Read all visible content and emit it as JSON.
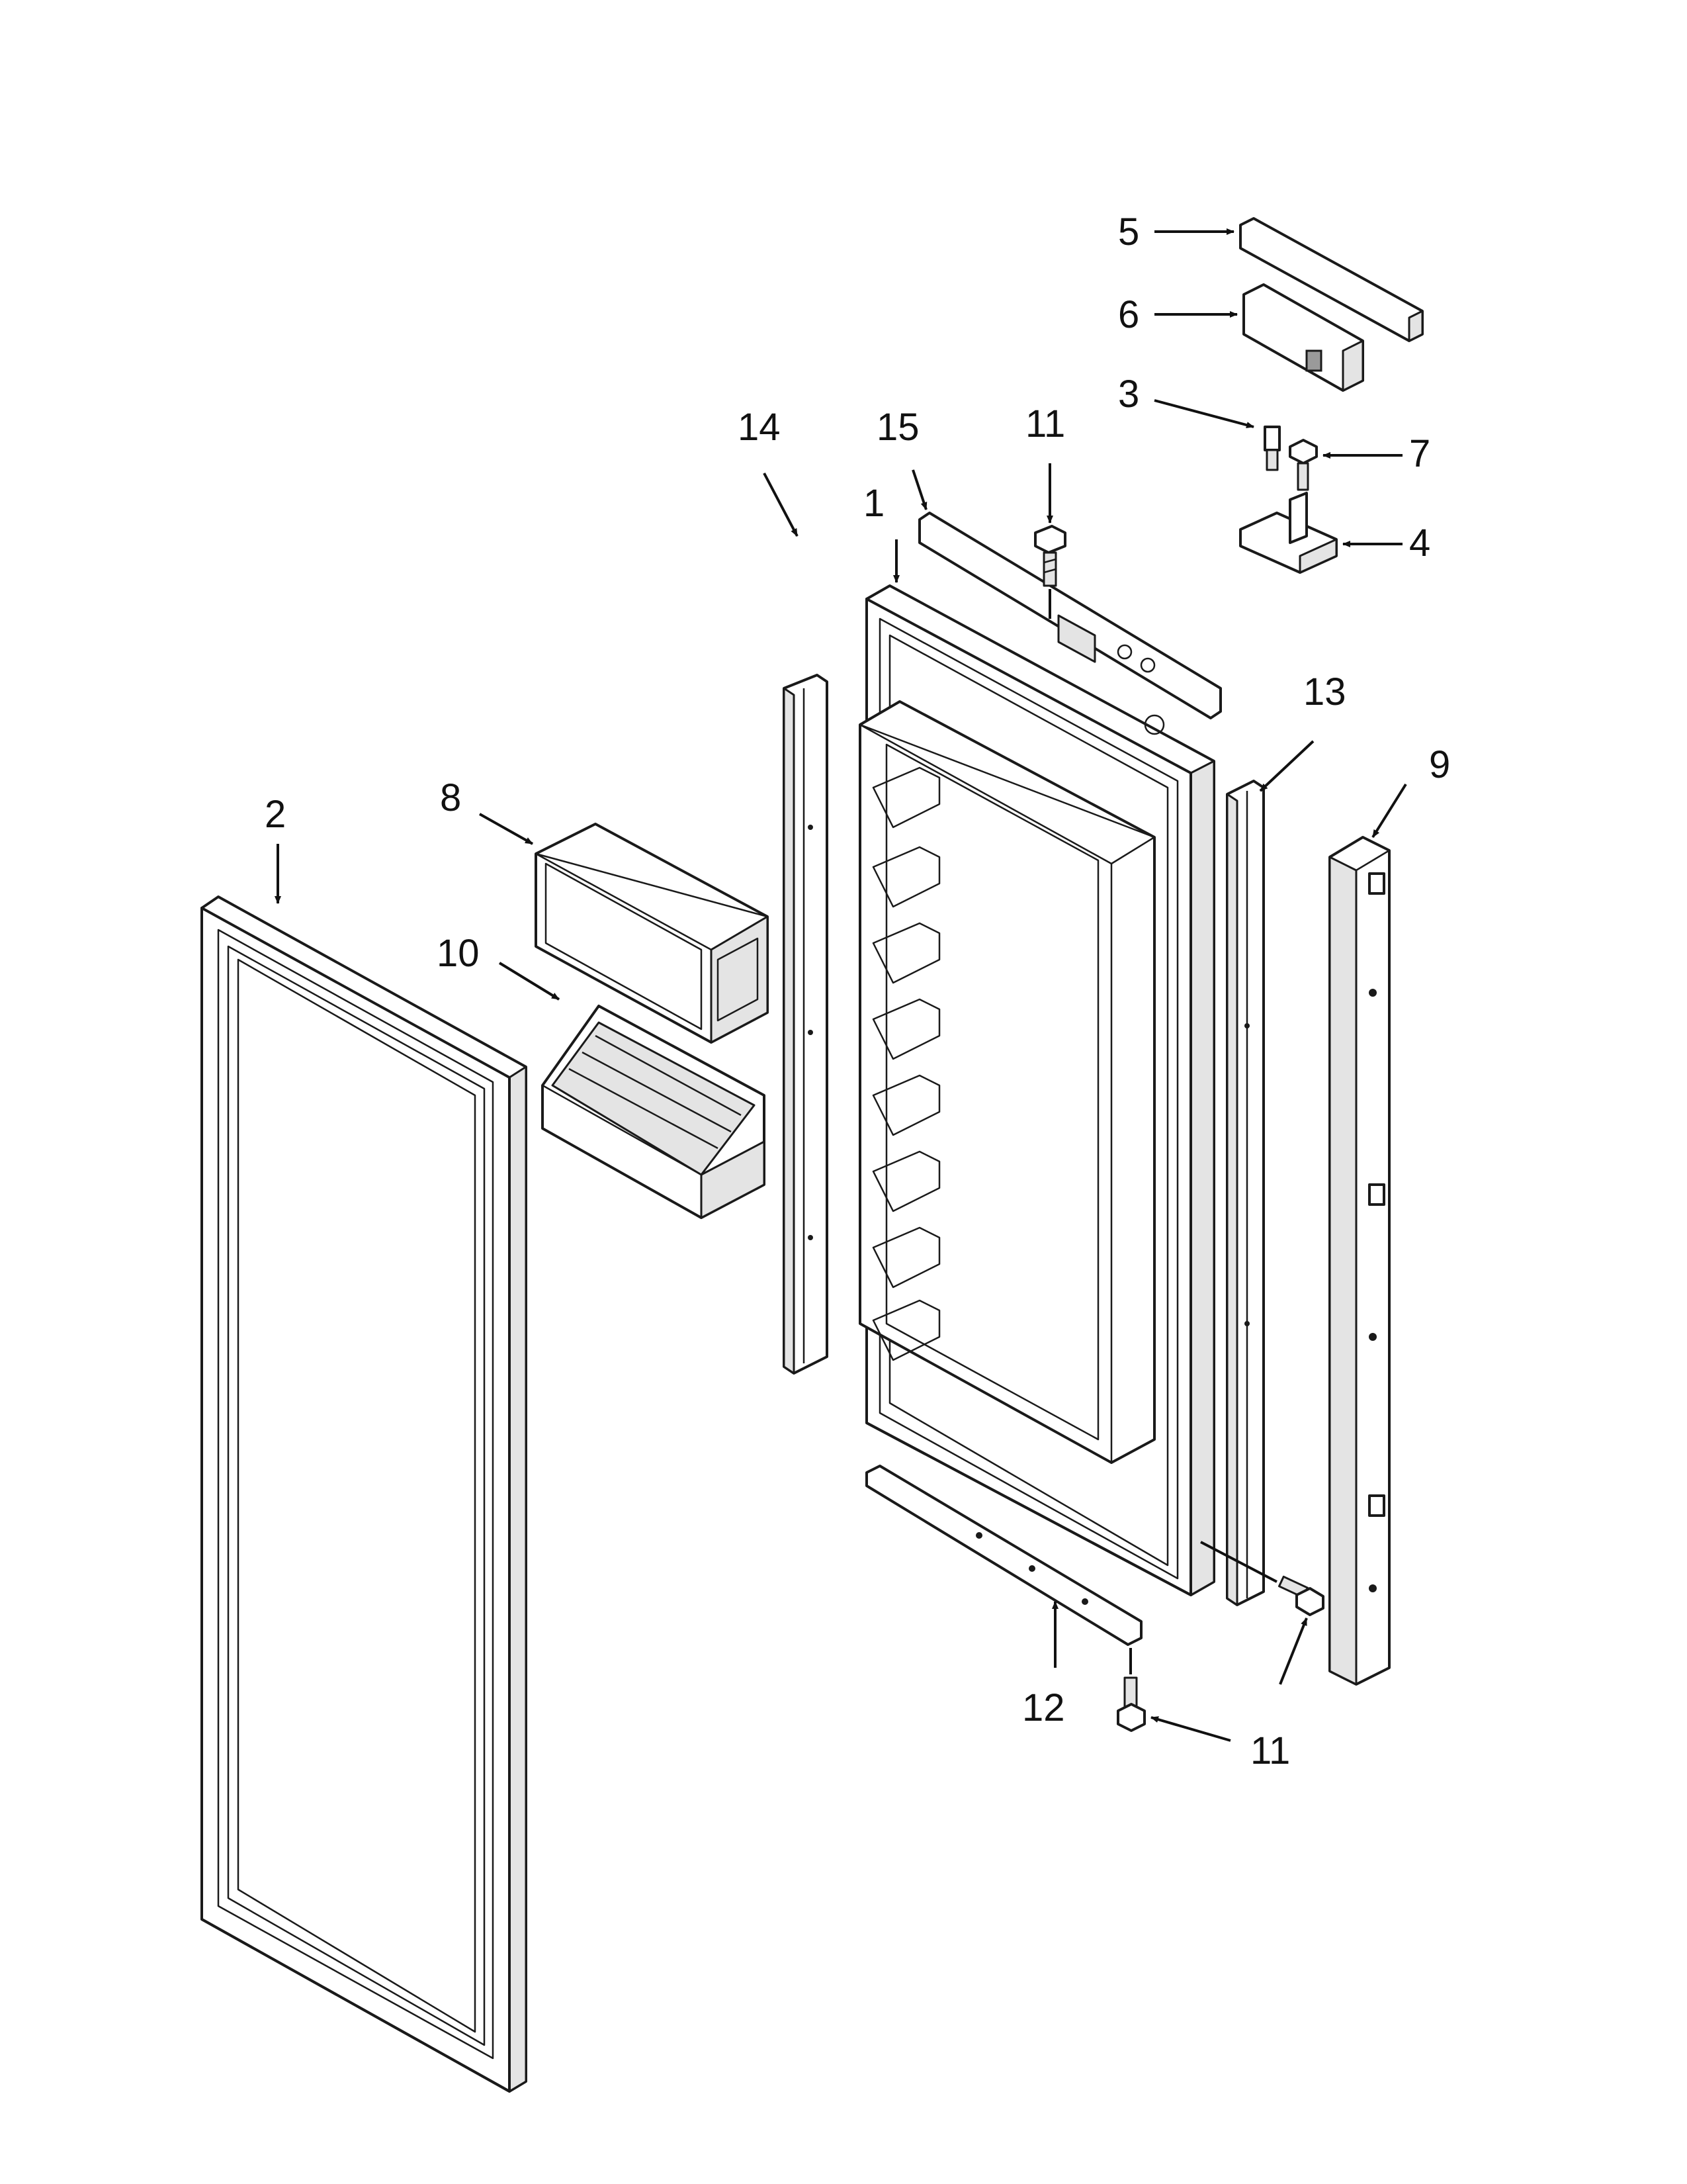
{
  "callouts": [
    "1",
    "2",
    "3",
    "4",
    "5",
    "6",
    "7",
    "8",
    "9",
    "10",
    "11",
    "11",
    "12",
    "13",
    "14",
    "15"
  ]
}
